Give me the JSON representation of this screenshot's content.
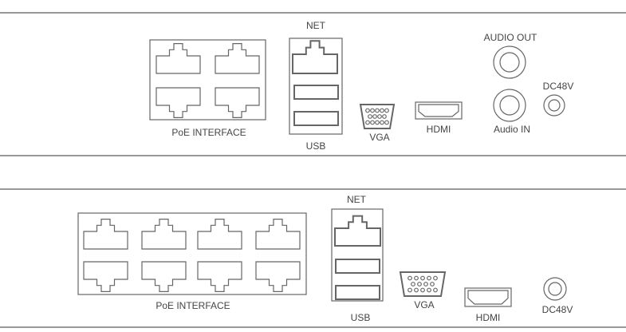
{
  "panel_4ch": {
    "poe_label": "PoE  INTERFACE",
    "poe_ports": 4,
    "net_label": "NET",
    "usb_label": "USB",
    "vga_label": "VGA",
    "hdmi_label": "HDMI",
    "audio_out_label": "AUDIO  OUT",
    "audio_in_label": "Audio  IN",
    "power_label": "DC48V"
  },
  "panel_8ch": {
    "poe_label": "PoE  INTERFACE",
    "poe_ports": 8,
    "net_label": "NET",
    "usb_label": "USB",
    "vga_label": "VGA",
    "hdmi_label": "HDMI",
    "power_label": "DC48V"
  }
}
